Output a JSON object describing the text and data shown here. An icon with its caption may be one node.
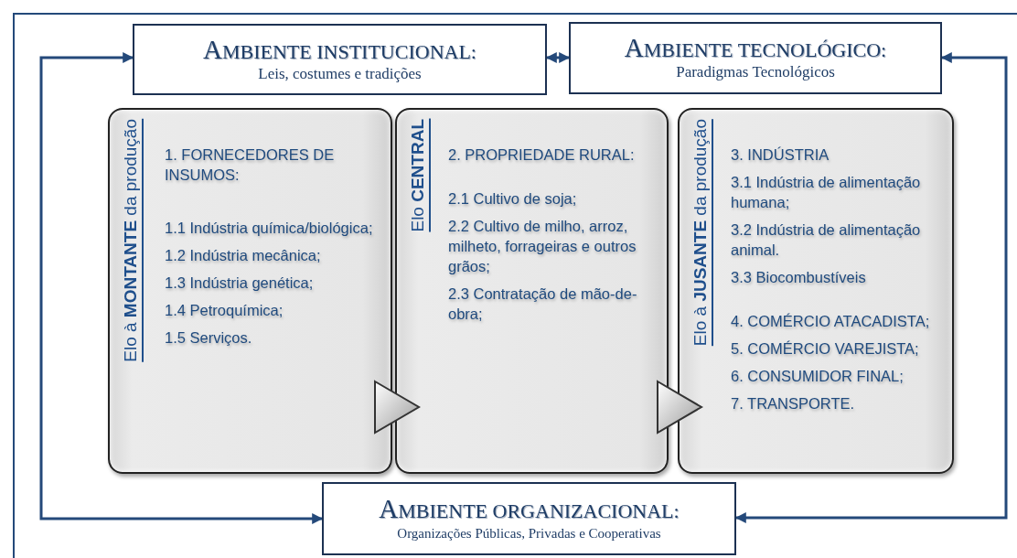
{
  "diagram": {
    "nodes": [
      {
        "text": [
          "AMBIENTE INSTITUCIONAL:",
          "Leis, costumes e tradições"
        ]
      },
      {
        "text": [
          "AMBIENTE TECNOLÓGICO:",
          "Paradigmas Tecnológicos"
        ]
      },
      {
        "text": [
          "Elo à **MONTANTE** da produção",
          "1. FORNECEDORES DE INSUMOS:",
          "1.1 Indústria química/biológica;",
          "1.2 Indústria mecânica;",
          "1.3 Indústria genética;",
          "1.4 Petroquímica;",
          "1.5 Serviços."
        ]
      },
      {
        "text": [
          "Elo **CENTRAL**",
          "2. PROPRIEDADE RURAL:",
          "2.1 Cultivo de soja;",
          "2.2 Cultivo de milho, arroz, milheto, forrageiras e outros grãos;",
          "2.3 Contratação de mão-de-obra;"
        ]
      },
      {
        "text": [
          "Elo à **JUSANTE** da produção",
          "3. INDÚSTRIA",
          "3.1 Indústria de alimentação humana;",
          "3.2 Indústria de alimentação animal.",
          "3.3 Biocombustíveis",
          "4. COMÉRCIO ATACADISTA;",
          "5. COMÉRCIO VAREJISTA;",
          "6. CONSUMIDOR FINAL;",
          "7. TRANSPORTE."
        ]
      },
      {
        "text": [
          "AMBIENTE ORGANIZACIONAL:",
          "Organizações Públicas, Privadas e Cooperativas"
        ]
      }
    ],
    "edges": [
      {
        "from": 0,
        "to": 1,
        "arrow": "both"
      },
      {
        "from": 2,
        "to": 3,
        "arrow": "to"
      },
      {
        "from": 3,
        "to": 4,
        "arrow": "to"
      },
      {
        "from": 0,
        "to": 5,
        "arrow": "both"
      },
      {
        "from": 1,
        "to": 5,
        "arrow": "both"
      }
    ]
  }
}
